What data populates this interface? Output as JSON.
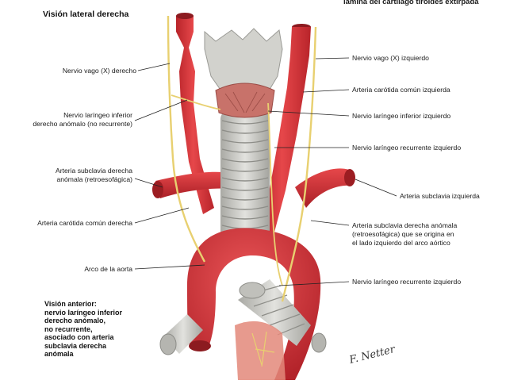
{
  "header": {
    "top_right": "lámina del cartílago tiroides extirpada",
    "view_title": "Visión lateral derecha"
  },
  "labels": {
    "vago_derecho": "Nervio vago (X) derecho",
    "laringeo_inf_derecho_1": "Nervio laríngeo inferior",
    "laringeo_inf_derecho_2": "derecho anómalo (no recurrente)",
    "subclavia_derecha_1": "Arteria subclavia derecha",
    "subclavia_derecha_2": "anómala (retroesofágica)",
    "carotida_derecha": "Arteria carótida común derecha",
    "arco_aorta": "Arco de la aorta",
    "vago_izquierdo": "Nervio vago (X) izquierdo",
    "carotida_izquierda": "Arteria carótida común izquierda",
    "laringeo_inf_izquierdo": "Nervio laríngeo inferior izquierdo",
    "laringeo_rec_izquierdo": "Nervio laríngeo recurrente izquierdo",
    "subclavia_izquierda": "Arteria subclavia izquierda",
    "subclavia_anomala_1": "Arteria subclavia derecha anómala",
    "subclavia_anomala_2": "(retroesofágica) que se origina en",
    "subclavia_anomala_3": "el lado izquierdo del arco aórtico",
    "laringeo_rec_izquierdo_2": "Nervio laríngeo recurrente izquierdo"
  },
  "note": {
    "lines": [
      "Visión anterior:",
      "nervio laríngeo inferior",
      "derecho anómalo,",
      "no recurrente,",
      "asociado con arteria",
      "subclavia derecha",
      "anómala"
    ]
  },
  "signature": "F. Netter",
  "colors": {
    "artery": "#d8353a",
    "artery_dark": "#a81e25",
    "nerve": "#e8d070",
    "cartilage": "#c9c9c4",
    "muscle": "#c8726a"
  }
}
